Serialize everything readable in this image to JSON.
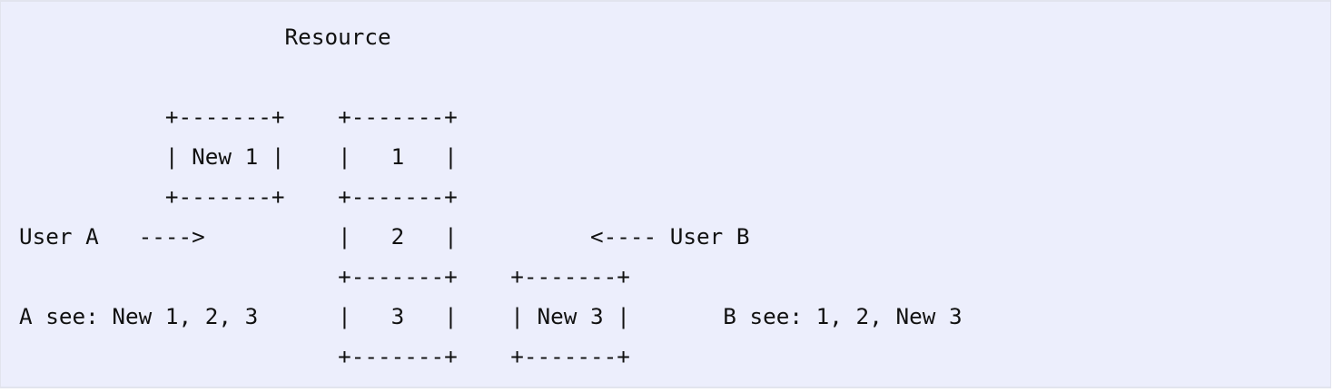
{
  "diagram": {
    "lines": [
      "                    Resource",
      "",
      "           +-------+    +-------+",
      "           | New 1 |    |   1   |",
      "           +-------+    +-------+",
      "User A   ---->          |   2   |          <---- User B",
      "                        +-------+    +-------+",
      "A see: New 1, 2, 3      |   3   |    | New 3 |       B see: 1, 2, New 3",
      "                        +-------+    +-------+"
    ]
  }
}
